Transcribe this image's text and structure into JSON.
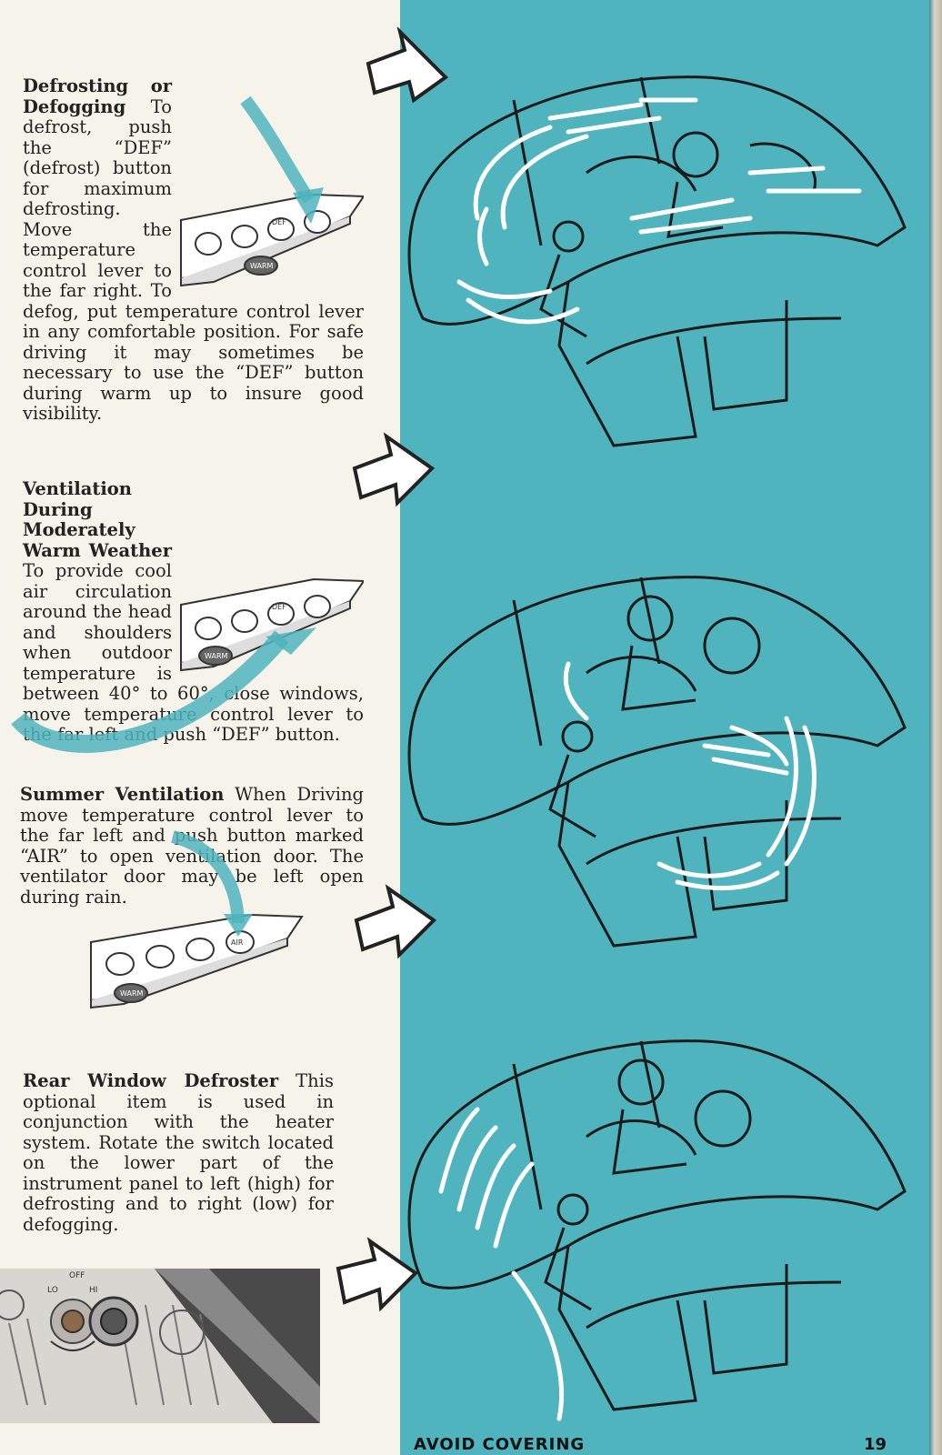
{
  "sections": {
    "defrost": {
      "heading": "Defrosting or Defogging",
      "body": " To defrost, push the “DEF” (defrost) button for maximum defrosting. Move the temperature control lever to the far right. To defog, put temperature control lever in any comfortable position. For safe driving it may sometimes be necessary to use the “DEF” button during warm up to insure good visibility."
    },
    "ventilation": {
      "heading": "Ventilation During Moderately Warm Weather",
      "body": " To provide cool air circulation around the head and shoulders when outdoor temperature is between 40° to 60°, close windows, move temperature control lever to the far left and push “DEF” button."
    },
    "summer": {
      "heading": "Summer Ventilation",
      "body": " When Driving move temperature control lever to the far left and push button marked “AIR” to open ventilation door. The ventilator door may be left open during rain."
    },
    "rear": {
      "heading": "Rear Window Defroster",
      "body": " This optional item is used in conjunction with the heater system. Rotate the switch located on the lower part of the instrument panel to left (high) for defrosting and to right (low) for defogging."
    }
  },
  "control_panel": {
    "button_label": "DEF",
    "lever_label": "WARM",
    "air_label": "AIR"
  },
  "rear_switch": {
    "off": "OFF",
    "lo": "LO",
    "hi": "HI"
  },
  "footer": {
    "caption": "AVOID COVERING",
    "page_number": "19"
  },
  "icons": [
    "outline-arrow-icon",
    "teal-curved-arrow-icon",
    "car-cutaway-illustration"
  ],
  "colors": {
    "teal": "#4fb4bd",
    "paper": "#f6f3ea",
    "ink": "#222222",
    "airflow": "#ffffff"
  }
}
